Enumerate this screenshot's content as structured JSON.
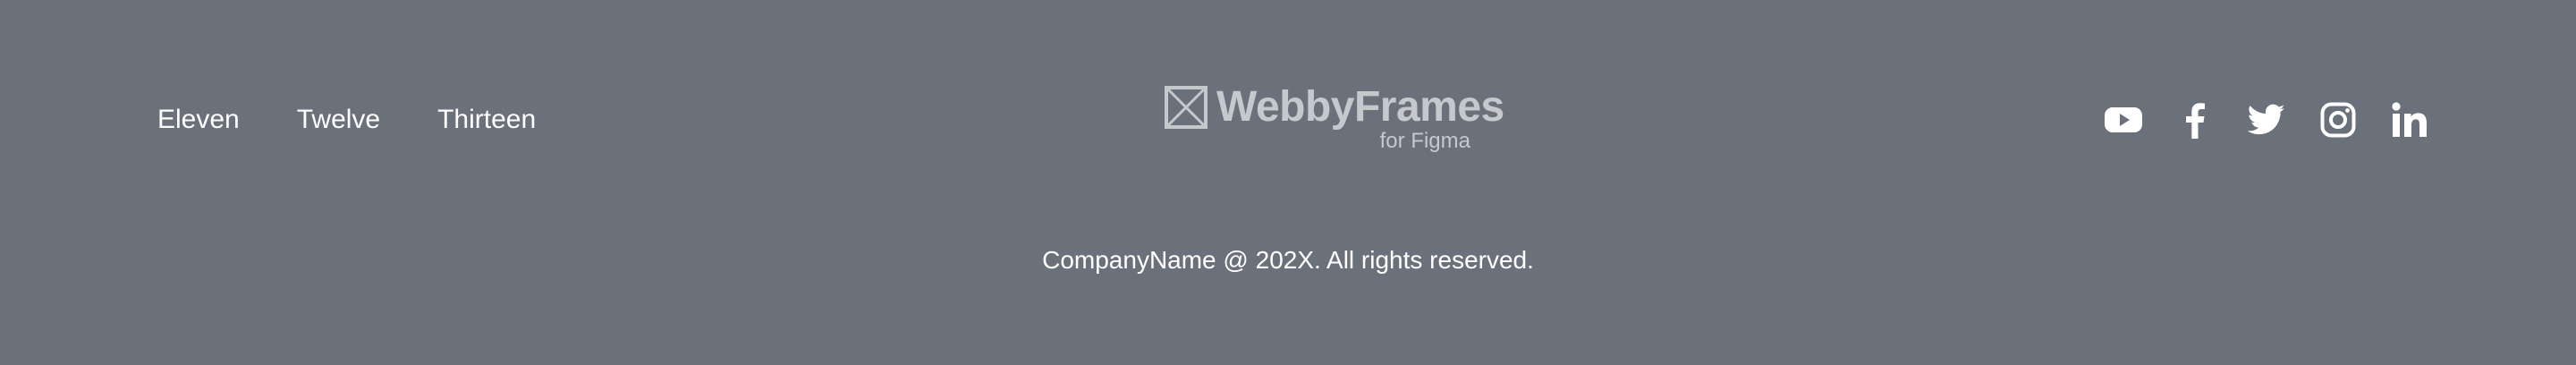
{
  "footer": {
    "nav": [
      {
        "label": "Eleven"
      },
      {
        "label": "Twelve"
      },
      {
        "label": "Thirteen"
      }
    ],
    "logo": {
      "name": "WebbyFrames",
      "sub": "for Figma"
    },
    "social": [
      {
        "icon": "youtube-icon"
      },
      {
        "icon": "facebook-icon"
      },
      {
        "icon": "twitter-icon"
      },
      {
        "icon": "instagram-icon"
      },
      {
        "icon": "linkedin-icon"
      }
    ],
    "copyright": "CompanyName @ 202X. All rights reserved."
  },
  "colors": {
    "background": "#6b717a",
    "text": "#ffffff",
    "logo": "#c5c8cd"
  }
}
